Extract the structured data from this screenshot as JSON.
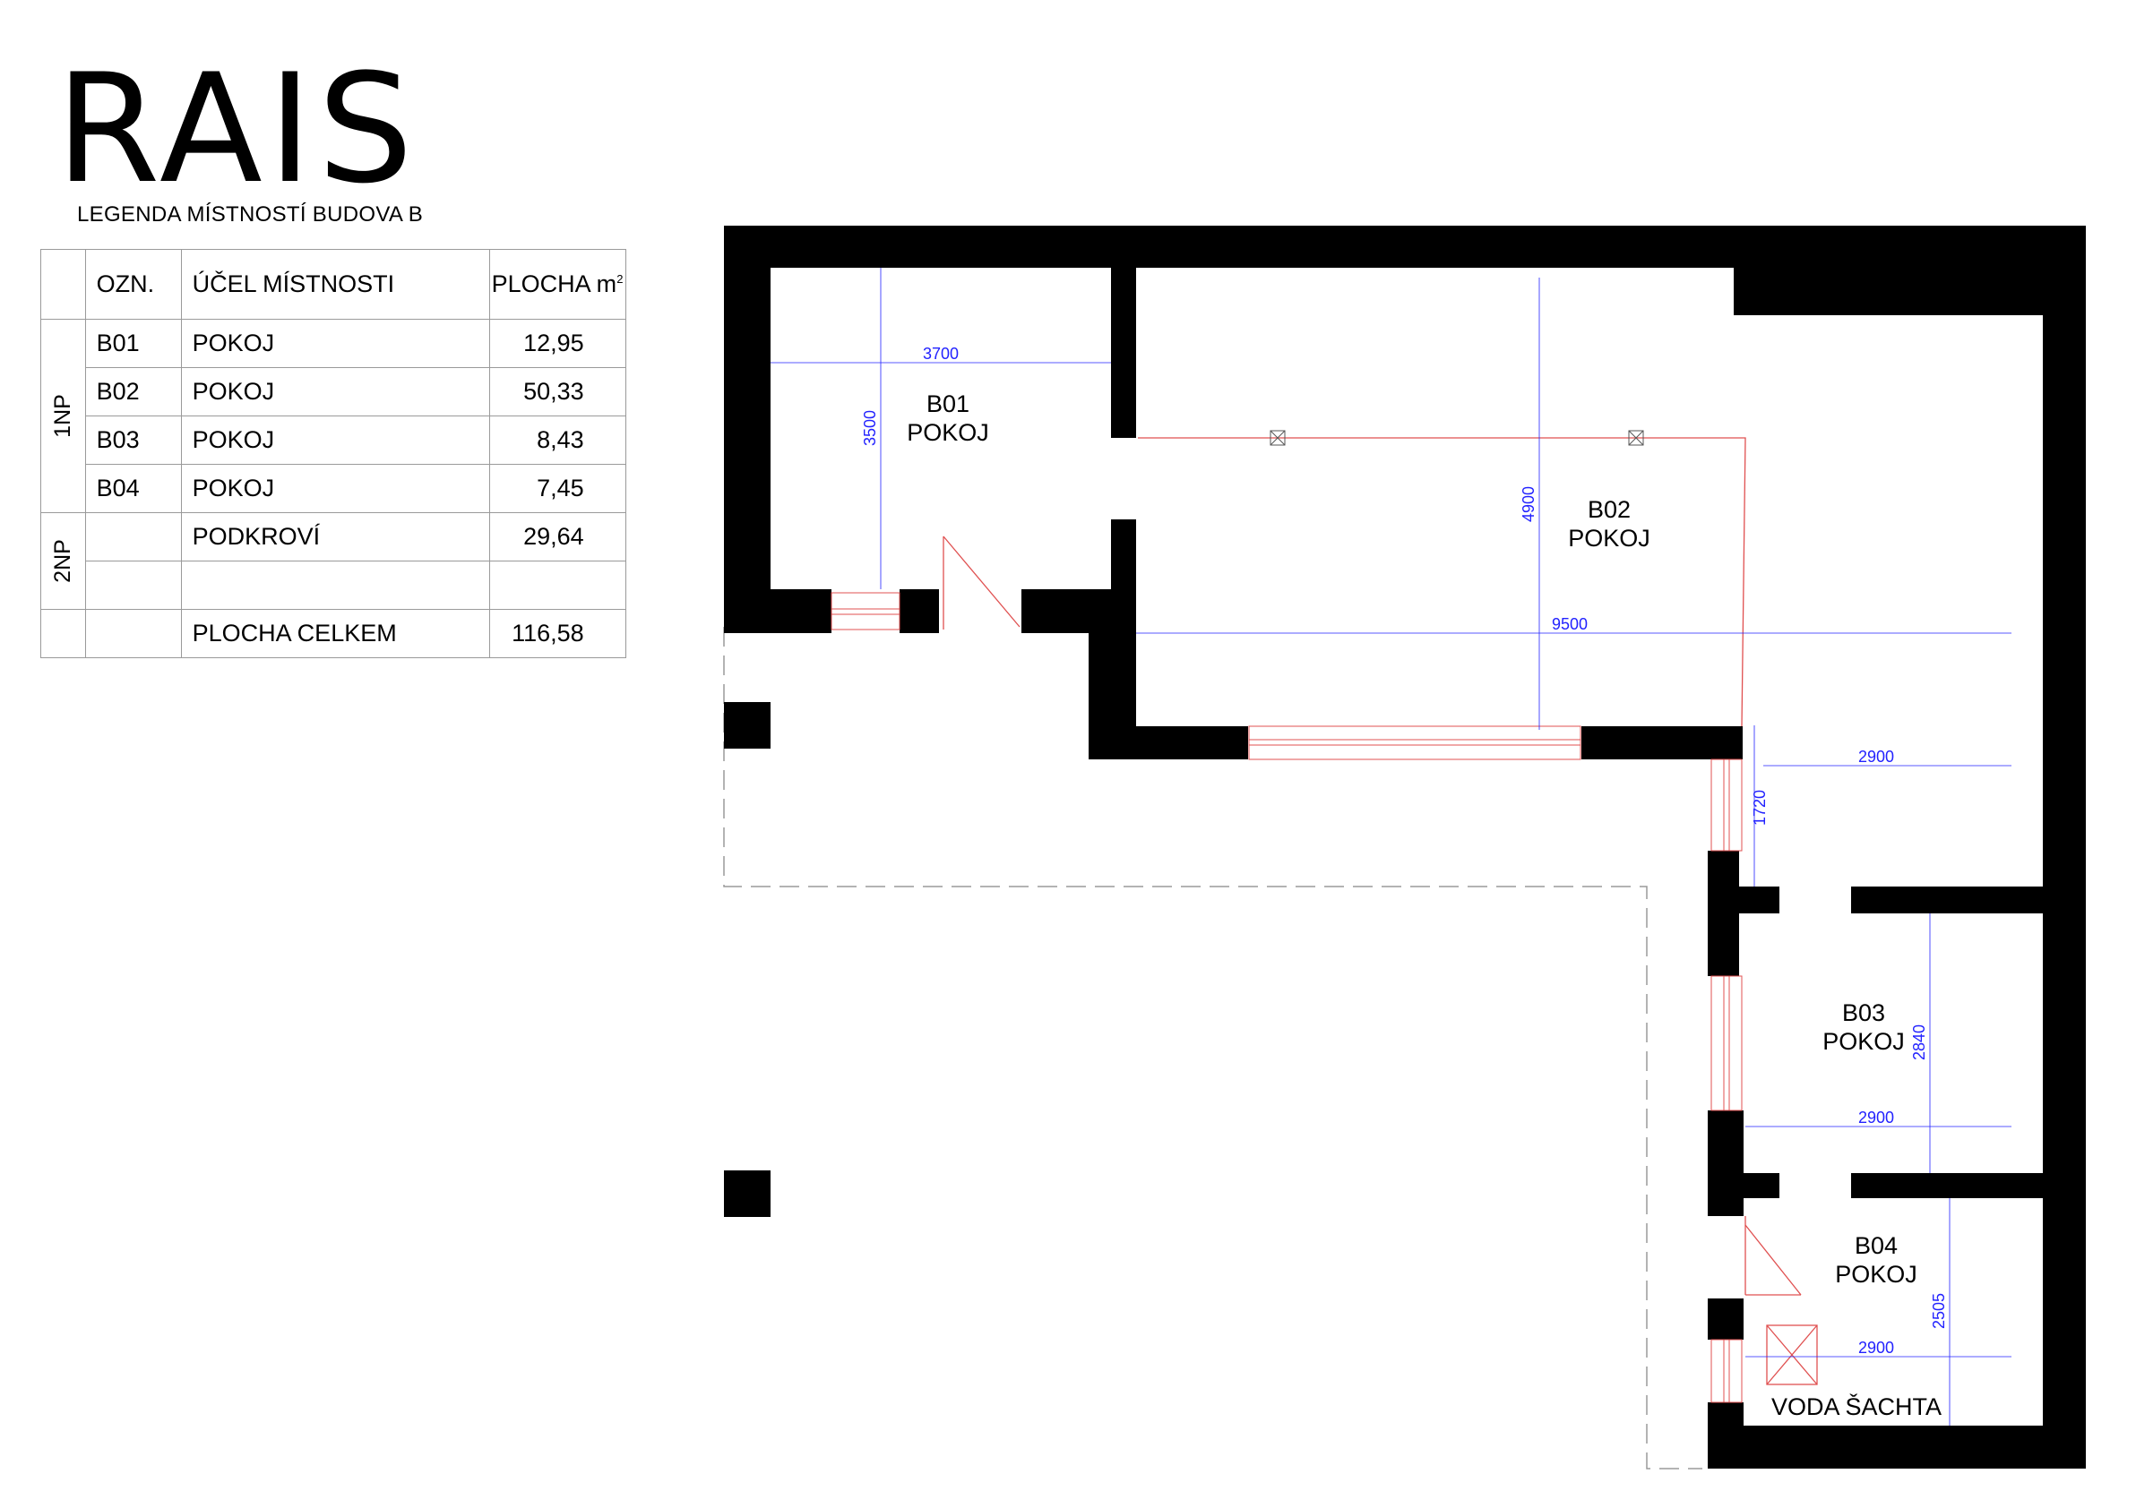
{
  "brand": {
    "logo": "RAIS"
  },
  "legend": {
    "title": "LEGENDA MÍSTNOSTÍ BUDOVA B",
    "headers": {
      "code": "OZN.",
      "purpose": "ÚČEL MÍSTNOSTI",
      "area": "PLOCHA m",
      "area_sup": "2"
    },
    "floor1": "1NP",
    "floor2": "2NP",
    "rows": [
      {
        "code": "B01",
        "purpose": "POKOJ",
        "area": "12,95"
      },
      {
        "code": "B02",
        "purpose": "POKOJ",
        "area": "50,33"
      },
      {
        "code": "B03",
        "purpose": "POKOJ",
        "area": "8,43"
      },
      {
        "code": "B04",
        "purpose": "POKOJ",
        "area": "7,45"
      },
      {
        "code": "",
        "purpose": "PODKROVÍ",
        "area": "29,64"
      }
    ],
    "total_label": "PLOCHA CELKEM",
    "total_area": "116,58"
  },
  "plan": {
    "rooms": [
      {
        "code": "B01",
        "purpose": "POKOJ"
      },
      {
        "code": "B02",
        "purpose": "POKOJ"
      },
      {
        "code": "B03",
        "purpose": "POKOJ"
      },
      {
        "code": "B04",
        "purpose": "POKOJ"
      }
    ],
    "shaft_label": "VODA ŠACHTA",
    "dimensions": {
      "b01_width": "3700",
      "b01_depth": "3500",
      "b02_depth": "4900",
      "b02_width": "9500",
      "corridor_width": "2900",
      "corridor_depth": "1720",
      "b03_width": "2900",
      "b03_depth": "2840",
      "b04_width": "2900",
      "b04_depth": "2505"
    },
    "colors": {
      "wall": "#000000",
      "dimension": "#2222ff",
      "annotation": "#e05050",
      "outline": "#999999"
    }
  }
}
